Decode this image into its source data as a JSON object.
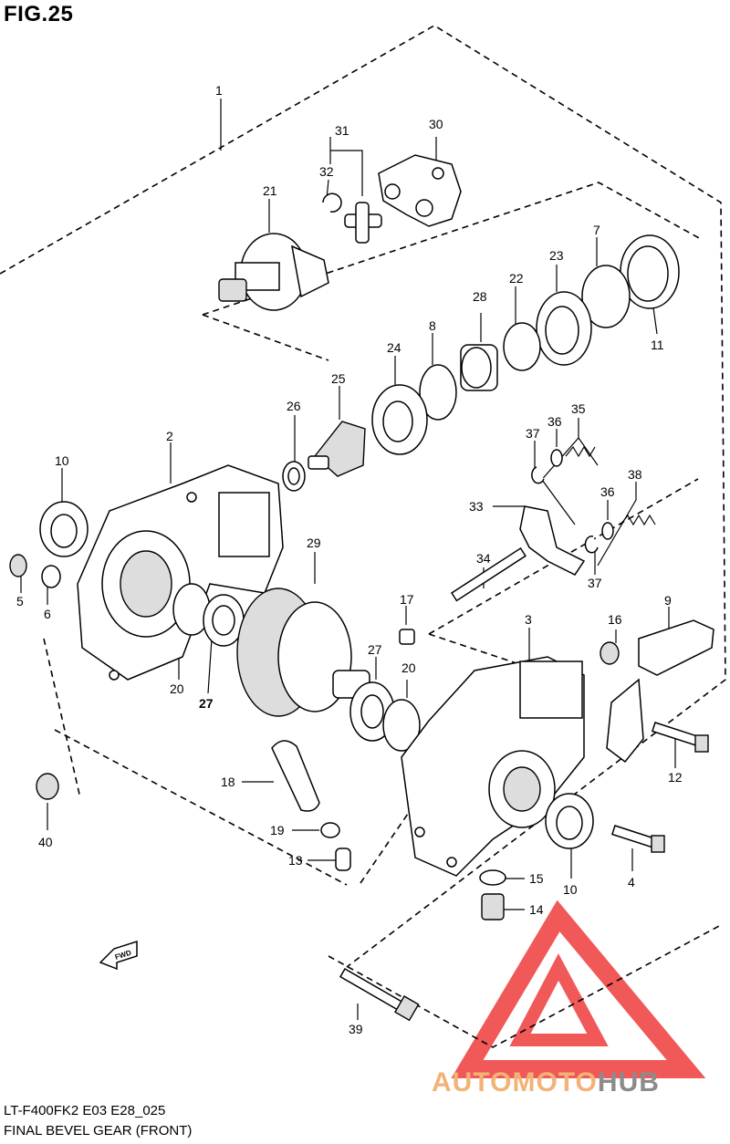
{
  "figure_title": "FIG.25",
  "model_code": "LT-F400FK2 E03 E28_025",
  "caption": "FINAL BEVEL GEAR (FRONT)",
  "fwd_label": "FWD",
  "watermark": {
    "auto": "AUTO",
    "moto": "MOTO",
    "hub": "HUB",
    "color_red": "#ef3b3b",
    "color_orange": "#f3b276",
    "color_grey": "#8b8b8b"
  },
  "callouts": {
    "c1": "1",
    "c2": "2",
    "c3": "3",
    "c4": "4",
    "c5": "5",
    "c6": "6",
    "c7": "7",
    "c8": "8",
    "c9": "9",
    "c10a": "10",
    "c10b": "10",
    "c11": "11",
    "c12": "12",
    "c13": "13",
    "c14": "14",
    "c15": "15",
    "c16": "16",
    "c17": "17",
    "c18": "18",
    "c19": "19",
    "c20a": "20",
    "c20b": "20",
    "c21": "21",
    "c22": "22",
    "c23": "23",
    "c24": "24",
    "c25": "25",
    "c26": "26",
    "c27a": "27",
    "c27b": "27",
    "c28": "28",
    "c29": "29",
    "c30": "30",
    "c31": "31",
    "c32": "32",
    "c33": "33",
    "c34": "34",
    "c35": "35",
    "c36a": "36",
    "c36b": "36",
    "c37a": "37",
    "c37b": "37",
    "c38": "38",
    "c39": "39",
    "c40": "40"
  }
}
